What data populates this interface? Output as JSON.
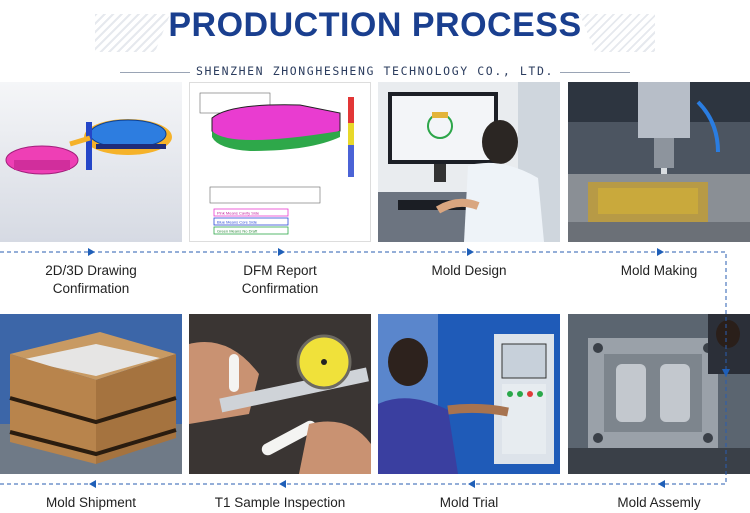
{
  "header": {
    "title": "PRODUCTION PROCESS",
    "company": "SHENZHEN ZHONGHESHENG TECHNOLOGY CO., LTD."
  },
  "colors": {
    "title": "#1a3f8f",
    "flow_line": "#2a5db0",
    "arrow": "#1f5fb8"
  },
  "steps_row1": [
    {
      "label": "2D/3D Drawing\nConfirmation"
    },
    {
      "label": "DFM Report\nConfirmation"
    },
    {
      "label": "Mold Design"
    },
    {
      "label": "Mold Making"
    }
  ],
  "steps_row2": [
    {
      "label": "Mold Shipment"
    },
    {
      "label": "T1 Sample Inspection"
    },
    {
      "label": "Mold Trial"
    },
    {
      "label": "Mold Assemly"
    }
  ],
  "dfm_notes": {
    "pink": "Pink Means Cavity Side",
    "blue": "Blue Means Core Side",
    "green": "Green Means No Draft"
  }
}
